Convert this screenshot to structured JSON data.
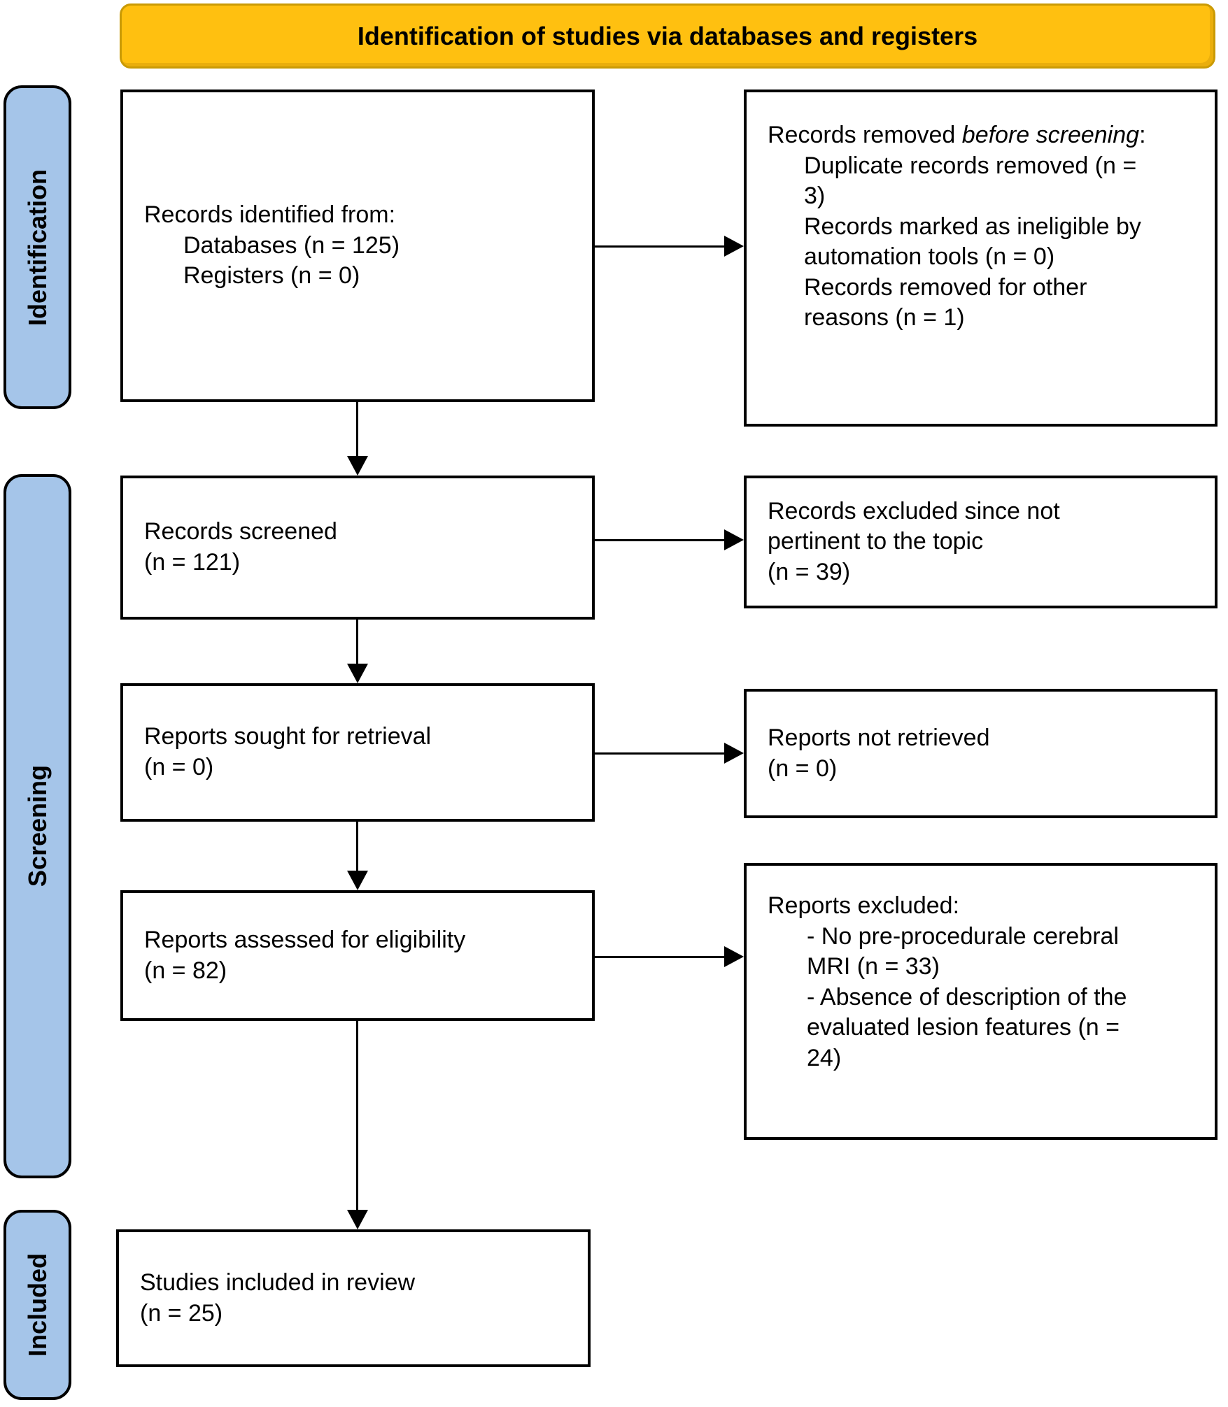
{
  "banner": {
    "title": "Identification of studies via databases and registers"
  },
  "sidebar": {
    "stages": [
      {
        "label": "Identification"
      },
      {
        "label": "Screening"
      },
      {
        "label": "Included"
      }
    ]
  },
  "boxes": {
    "records_identified": {
      "intro": "Records identified from:",
      "items": [
        "Databases (n = 125)",
        "Registers (n = 0)"
      ]
    },
    "records_screened": {
      "lines": [
        "Records screened",
        "(n = 121)"
      ]
    },
    "reports_sought": {
      "lines": [
        "Reports sought for retrieval",
        "(n = 0)"
      ]
    },
    "reports_assessed": {
      "lines": [
        "Reports assessed for eligibility",
        "(n = 82)"
      ]
    },
    "studies_included": {
      "lines": [
        "Studies included in review",
        "(n = 25)"
      ]
    },
    "records_removed": {
      "intro_prefix": "Records removed ",
      "intro_italic": "before screening",
      "intro_suffix": ":",
      "items": [
        "Duplicate records removed (n = 3)",
        "Records marked as ineligible by automation tools (n = 0)",
        "Records removed for other reasons (n = 1)"
      ]
    },
    "records_excluded": {
      "lines": [
        "Records excluded since not pertinent to the topic",
        "(n = 39)"
      ]
    },
    "reports_not_retrieved": {
      "lines": [
        "Reports not retrieved",
        "(n = 0)"
      ]
    },
    "reports_excluded": {
      "intro": "Reports excluded:",
      "items": [
        "- No pre-procedurale cerebral MRI (n = 33)",
        "- Absence of description of the evaluated lesion features (n = 24)"
      ]
    }
  },
  "colors": {
    "banner_fill": "#FFC010",
    "banner_border": "#CA9A04",
    "stage_fill": "#A5C5E9",
    "box_border": "#000000"
  }
}
